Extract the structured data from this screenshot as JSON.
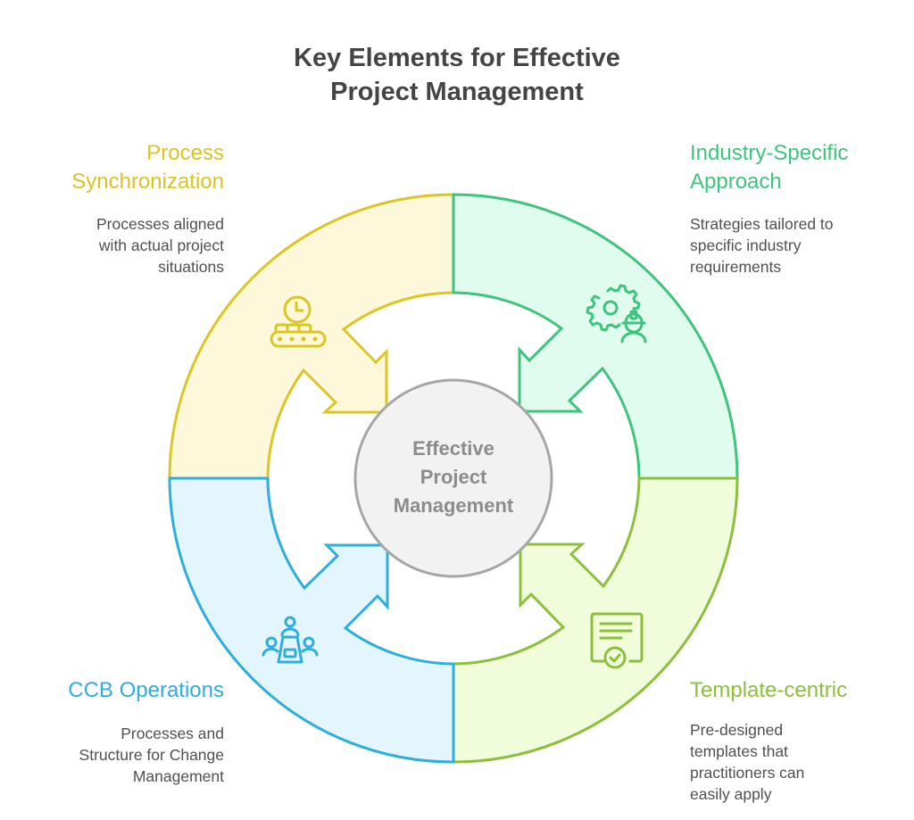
{
  "title": {
    "line1": "Key Elements for Effective",
    "line2": "Project Management"
  },
  "center": {
    "line1": "Effective",
    "line2": "Project",
    "line3": "Management",
    "fill": "#f2f2f2",
    "stroke": "#a6a6a6"
  },
  "sections": [
    {
      "id": "process-synchronization",
      "title_line1": "Process",
      "title_line2": "Synchronization",
      "desc_line1": "Processes aligned",
      "desc_line2": "with actual project",
      "desc_line3": "situations",
      "icon": "clock-conveyor-icon",
      "stroke": "#dcc626",
      "fill": "#fdf8da",
      "label_color": "#d9c424",
      "position": "top-left"
    },
    {
      "id": "industry-specific-approach",
      "title_line1": "Industry-Specific",
      "title_line2": "Approach",
      "desc_line1": "Strategies tailored to",
      "desc_line2": "specific industry",
      "desc_line3": "requirements",
      "icon": "gear-worker-icon",
      "stroke": "#3ec47c",
      "fill": "#e0fcee",
      "label_color": "#3ec47c",
      "position": "top-right"
    },
    {
      "id": "template-centric",
      "title_line1": "Template-centric",
      "desc_line1": "Pre-designed",
      "desc_line2": "templates that",
      "desc_line3": "practitioners can",
      "desc_line4": "easily apply",
      "icon": "certificate-check-icon",
      "stroke": "#8cc03c",
      "fill": "#f1fcda",
      "label_color": "#8cc03c",
      "position": "bottom-right"
    },
    {
      "id": "ccb-operations",
      "title_line1": "CCB Operations",
      "desc_line1": "Processes and",
      "desc_line2": "Structure for Change",
      "desc_line3": "Management",
      "icon": "meeting-table-icon",
      "stroke": "#2eaedb",
      "fill": "#e4f6fd",
      "label_color": "#2eaedb",
      "position": "bottom-left"
    }
  ]
}
